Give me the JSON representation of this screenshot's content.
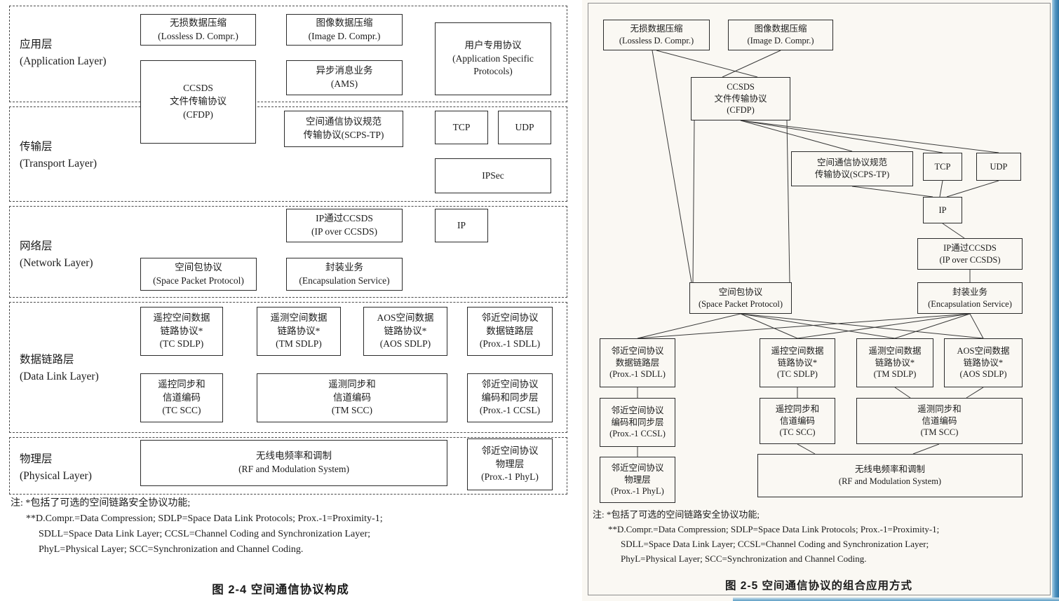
{
  "boxes": {
    "lossless": [
      "无损数据压缩",
      "(Lossless D. Compr.)"
    ],
    "image_compr": [
      "图像数据压缩",
      "(Image D. Compr.)"
    ],
    "app_specific": [
      "用户专用协议",
      "(Application Specific",
      "Protocols)"
    ],
    "ams": [
      "异步消息业务",
      "(AMS)"
    ],
    "cfdp": [
      "CCSDS",
      "文件传输协议",
      "(CFDP)"
    ],
    "scps_tp": [
      "空间通信协议规范",
      "传输协议(SCPS-TP)"
    ],
    "tcp": "TCP",
    "udp": "UDP",
    "ipsec": "IPSec",
    "ip": "IP",
    "ip_over_ccsds": [
      "IP通过CCSDS",
      "(IP over CCSDS)"
    ],
    "spp": [
      "空间包协议",
      "(Space Packet Protocol)"
    ],
    "encap": [
      "封装业务",
      "(Encapsulation Service)"
    ],
    "tc_sdlp": [
      "遥控空间数据",
      "链路协议*",
      "(TC SDLP)"
    ],
    "tm_sdlp": [
      "遥测空间数据",
      "链路协议*",
      "(TM SDLP)"
    ],
    "aos_sdlp": [
      "AOS空间数据",
      "链路协议*",
      "(AOS SDLP)"
    ],
    "prox_sdll": [
      "邻近空间协议",
      "数据链路层",
      "(Prox.-1 SDLL)"
    ],
    "tc_scc": [
      "遥控同步和",
      "信道编码",
      "(TC SCC)"
    ],
    "tm_scc": [
      "遥测同步和",
      "信道编码",
      "(TM SCC)"
    ],
    "prox_ccsl": [
      "邻近空间协议",
      "编码和同步层",
      "(Prox.-1 CCSL)"
    ],
    "rf_mod": [
      "无线电频率和调制",
      "(RF and Modulation System)"
    ],
    "prox_phyl": [
      "邻近空间协议",
      "物理层",
      "(Prox.-1 PhyL)"
    ]
  },
  "left_figure": {
    "caption": "图 2-4  空间通信协议构成",
    "layer_labels": {
      "application": [
        "应用层",
        "(Application Layer)"
      ],
      "transport": [
        "传输层",
        "(Transport Layer)"
      ],
      "network": [
        "网络层",
        "(Network Layer)"
      ],
      "data_link": [
        "数据链路层",
        "(Data Link Layer)"
      ],
      "physical": [
        "物理层",
        "(Physical Layer)"
      ]
    }
  },
  "right_figure": {
    "caption": "图 2-5  空间通信协议的组合应用方式"
  },
  "notes": [
    "注: *包括了可选的空间链路安全协议功能;",
    "**D.Compr.=Data Compression; SDLP=Space Data Link Protocols; Prox.-1=Proximity-1;",
    "SDLL=Space Data Link Layer; CCSL=Channel Coding and Synchronization Layer;",
    "PhyL=Physical Layer; SCC=Synchronization and Channel Coding."
  ]
}
